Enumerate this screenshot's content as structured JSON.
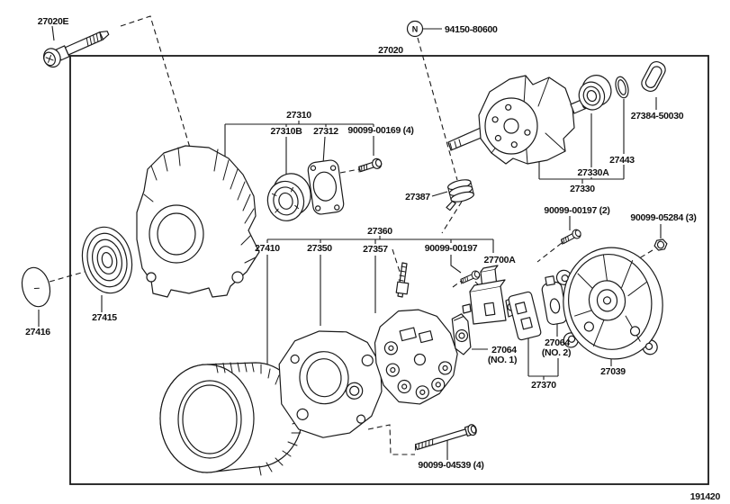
{
  "diagram": {
    "figure_number": "191420",
    "colors": {
      "line": "#1a1a1a",
      "background": "#ffffff"
    },
    "labels": {
      "through_bolt": "27020E",
      "lock_nut": "94150-80600",
      "lock_nut_symbol": "N",
      "alternator_assy": "27020",
      "frame_group": "27310",
      "front_bearing": "27310B",
      "bearing_retainer": "27312",
      "retainer_screw": "90099-00169 (4)",
      "rotor_cover": "27384-50030",
      "rear_ring": "27443",
      "rear_bearing": "27330A",
      "rotor": "27330",
      "slip_ring": "27387",
      "terminal_bolt_rear": "90099-00197 (2)",
      "terminal_nut_rear": "90099-05284 (3)",
      "stator_group": "27360",
      "stator": "27410",
      "drive_end_frame": "27350",
      "rectifier": "27357",
      "regulator_screw": "90099-00197",
      "regulator": "27700A",
      "pulley": "27415",
      "pulley_cap": "27416",
      "terminal_no1": "27064",
      "terminal_no1_sub": "(NO. 1)",
      "terminal_no2": "27064",
      "terminal_no2_sub": "(NO. 2)",
      "brush_holder": "27370",
      "end_cover": "27039",
      "through_bolt_set": "90099-04539 (4)"
    }
  }
}
